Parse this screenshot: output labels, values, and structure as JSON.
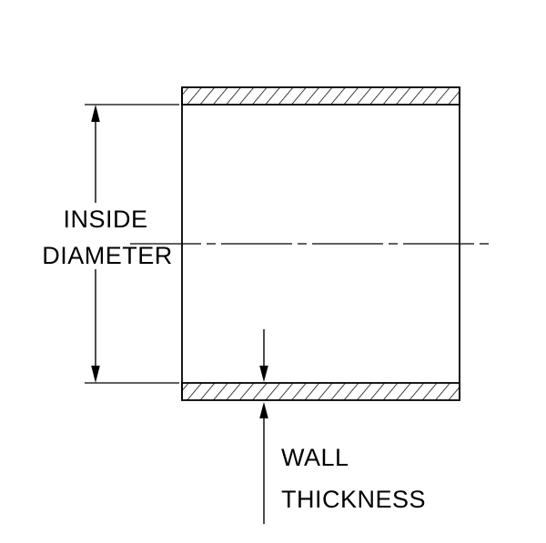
{
  "drawing": {
    "title": "tube cross-section dimension diagram",
    "background_color": "#ffffff",
    "line_color": "#000000",
    "labels": {
      "inside_line1": "INSIDE",
      "inside_line2": "DIAMETER",
      "wall_line1": "WALL",
      "wall_line2": "THICKNESS"
    },
    "dimensions": {
      "inside_diameter": "INSIDE DIAMETER",
      "wall_thickness": "WALL THICKNESS"
    }
  }
}
